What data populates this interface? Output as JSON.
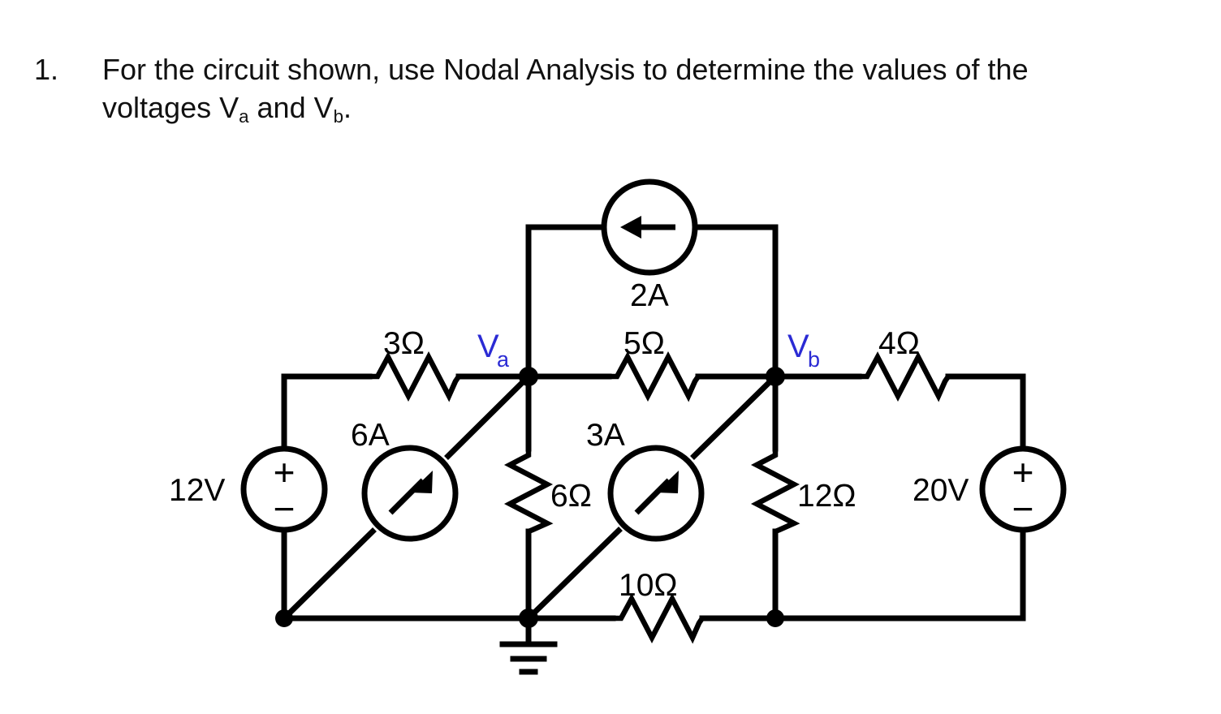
{
  "question": {
    "number": "1.",
    "line1_part1": "For the circuit shown, use Nodal Analysis to determine the values of the",
    "line2_prefix": "voltages V",
    "line2_sub_a": "a",
    "line2_mid": " and V",
    "line2_sub_b": "b",
    "line2_suffix": "."
  },
  "colors": {
    "wire": "#000000",
    "node_label": "#2b2bd4",
    "background": "#ffffff",
    "text": "#111111"
  },
  "circuit": {
    "title": "nodal-analysis-circuit",
    "nodes": [
      {
        "id": "Va",
        "label": "V",
        "sub": "a"
      },
      {
        "id": "Vb",
        "label": "V",
        "sub": "b"
      }
    ],
    "components": [
      {
        "id": "r3",
        "type": "resistor",
        "label": "3Ω",
        "orientation": "horizontal"
      },
      {
        "id": "r5",
        "type": "resistor",
        "label": "5Ω",
        "orientation": "horizontal"
      },
      {
        "id": "r4",
        "type": "resistor",
        "label": "4Ω",
        "orientation": "horizontal"
      },
      {
        "id": "r6",
        "type": "resistor",
        "label": "6Ω",
        "orientation": "vertical"
      },
      {
        "id": "r12",
        "type": "resistor",
        "label": "12Ω",
        "orientation": "vertical"
      },
      {
        "id": "r10",
        "type": "resistor",
        "label": "10Ω",
        "orientation": "horizontal"
      },
      {
        "id": "i2",
        "type": "current-source",
        "label": "2A",
        "direction": "left"
      },
      {
        "id": "i6",
        "type": "current-source",
        "label": "6A",
        "direction": "up-right"
      },
      {
        "id": "i3",
        "type": "current-source",
        "label": "3A",
        "direction": "up-right"
      },
      {
        "id": "v12",
        "type": "voltage-source",
        "label": "12V",
        "plus": "+",
        "minus": "−"
      },
      {
        "id": "v20",
        "type": "voltage-source",
        "label": "20V",
        "plus": "+",
        "minus": "−"
      },
      {
        "id": "gnd",
        "type": "ground",
        "label": ""
      }
    ]
  }
}
